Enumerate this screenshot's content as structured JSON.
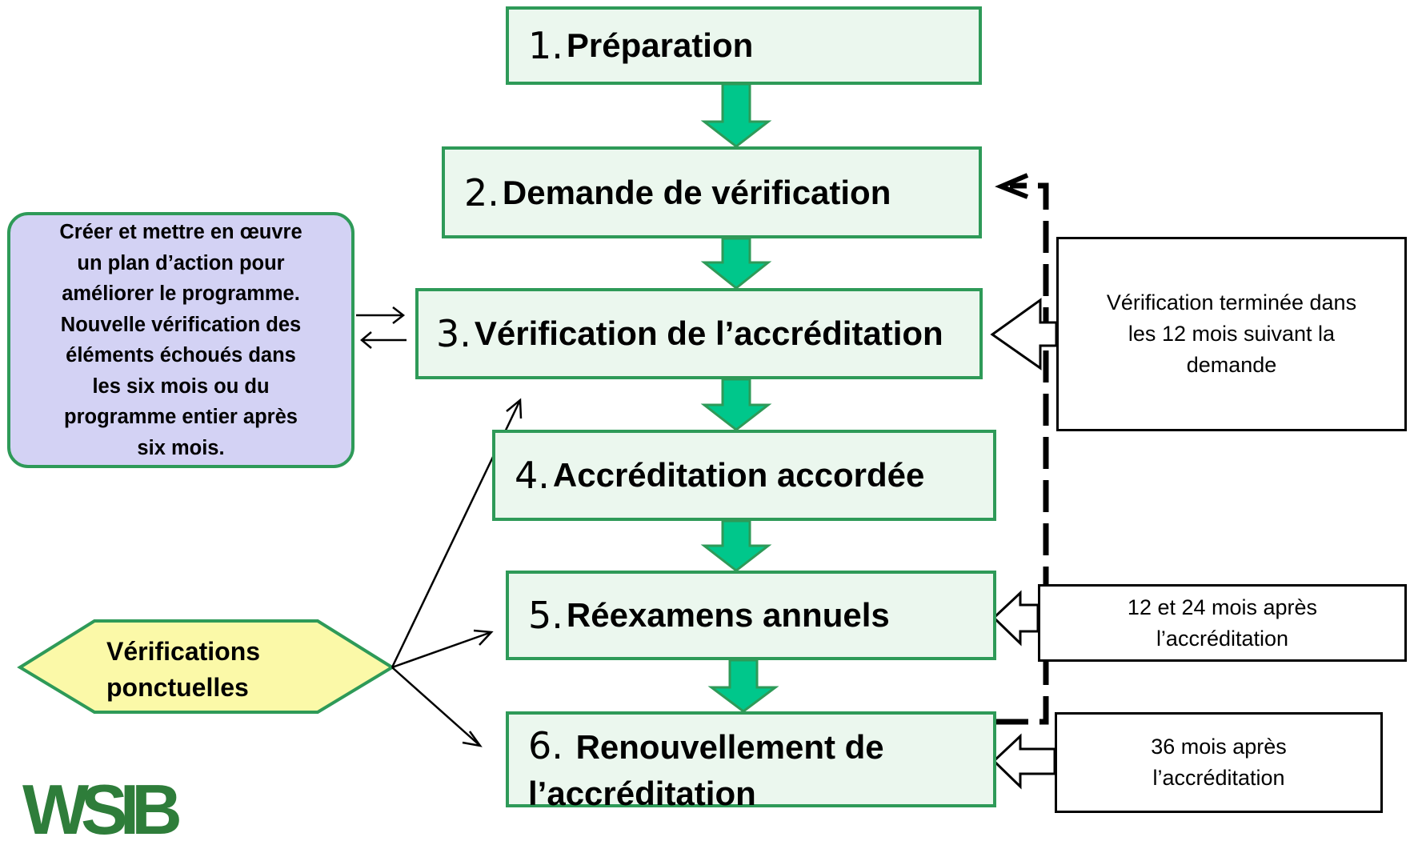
{
  "steps": [
    {
      "num": "1.",
      "label": "Préparation"
    },
    {
      "num": "2.",
      "label": "Demande de vérification"
    },
    {
      "num": "3.",
      "label": "Vérification de l’accréditation"
    },
    {
      "num": "4.",
      "label": "Accréditation accordée"
    },
    {
      "num": "5.",
      "label": "Réexamens annuels"
    },
    {
      "num": "6.",
      "label": "Renouvellement de",
      "label_line2": "l’accréditation"
    }
  ],
  "action_plan": {
    "lines": [
      "Créer et mettre en œuvre",
      "un plan d’action pour",
      "améliorer le programme.",
      "Nouvelle vérification des",
      "éléments échoués dans",
      "les six mois ou du",
      "programme entier après",
      "six mois."
    ]
  },
  "spot_checks": {
    "line1": "Vérifications",
    "line2": "ponctuelles"
  },
  "notes": {
    "verification": {
      "line1": "Vérification terminée dans",
      "line2": "les 12 mois suivant la",
      "line3": "demande"
    },
    "annual": {
      "line1": "12 et 24 mois après",
      "line2": "l’accréditation"
    },
    "renewal": {
      "line1": "36 mois après",
      "line2": "l’accréditation"
    }
  },
  "logo": {
    "text": "WSIB"
  },
  "colors": {
    "step_fill": "#ebf7ee",
    "step_border": "#2e9a58",
    "flow_arrow": "#00c78b",
    "action_fill": "#d3d2f4",
    "spot_fill": "#fbf9a8",
    "logo_green": "#2e7d3a"
  }
}
